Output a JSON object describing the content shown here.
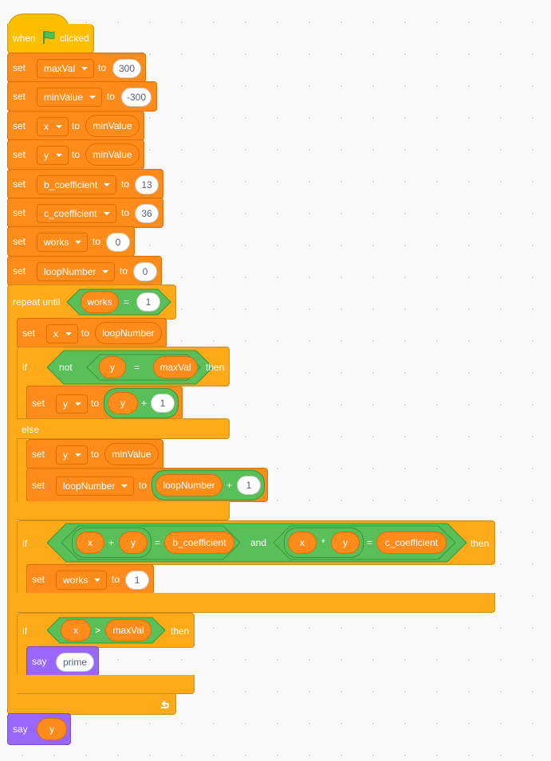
{
  "hat": {
    "when": "when",
    "clicked": "clicked",
    "flag_icon": "green-flag"
  },
  "sets": [
    {
      "set": "set",
      "var": "maxVal",
      "to": "to",
      "value": "300"
    },
    {
      "set": "set",
      "var": "minValue",
      "to": "to",
      "value": "-300"
    },
    {
      "set": "set",
      "var": "x",
      "to": "to",
      "value": "minValue"
    },
    {
      "set": "set",
      "var": "y",
      "to": "to",
      "value": "minValue"
    },
    {
      "set": "set",
      "var": "b_coefficient",
      "to": "to",
      "value": "13"
    },
    {
      "set": "set",
      "var": "c_coefficient",
      "to": "to",
      "value": "36"
    },
    {
      "set": "set",
      "var": "works",
      "to": "to",
      "value": "0"
    },
    {
      "set": "set",
      "var": "loopNumber",
      "to": "to",
      "value": "0"
    }
  ],
  "repeat": {
    "label": "repeat until",
    "cond_var": "works",
    "op": "=",
    "cond_val": "1",
    "loop_arrow_icon": "loop-arrow"
  },
  "loop_set_x": {
    "set": "set",
    "var": "x",
    "to": "to",
    "value": "loopNumber"
  },
  "if1": {
    "if": "if",
    "not": "not",
    "a": "y",
    "op": "=",
    "b": "maxVal",
    "then": "then",
    "set_y": {
      "set": "set",
      "var": "y",
      "to": "to",
      "a": "y",
      "op": "+",
      "b": "1"
    },
    "else": "else",
    "set_y2": {
      "set": "set",
      "var": "y",
      "to": "to",
      "value": "minValue"
    },
    "set_loop": {
      "set": "set",
      "var": "loopNumber",
      "to": "to",
      "a": "loopNumber",
      "op": "+",
      "b": "1"
    }
  },
  "if2": {
    "if": "if",
    "sum_a": "x",
    "sum_op": "+",
    "sum_b": "y",
    "eq1": "=",
    "eq1_rhs": "b_coefficient",
    "and": "and",
    "mul_a": "x",
    "mul_op": "*",
    "mul_b": "y",
    "eq2": "=",
    "eq2_rhs": "c_coefficient",
    "then": "then",
    "set_works": {
      "set": "set",
      "var": "works",
      "to": "to",
      "value": "1"
    }
  },
  "if3": {
    "if": "if",
    "a": "x",
    "op": ">",
    "b": "maxVal",
    "then": "then",
    "say": "say",
    "say_value": "prime"
  },
  "say_end": {
    "say": "say",
    "value": "y"
  }
}
